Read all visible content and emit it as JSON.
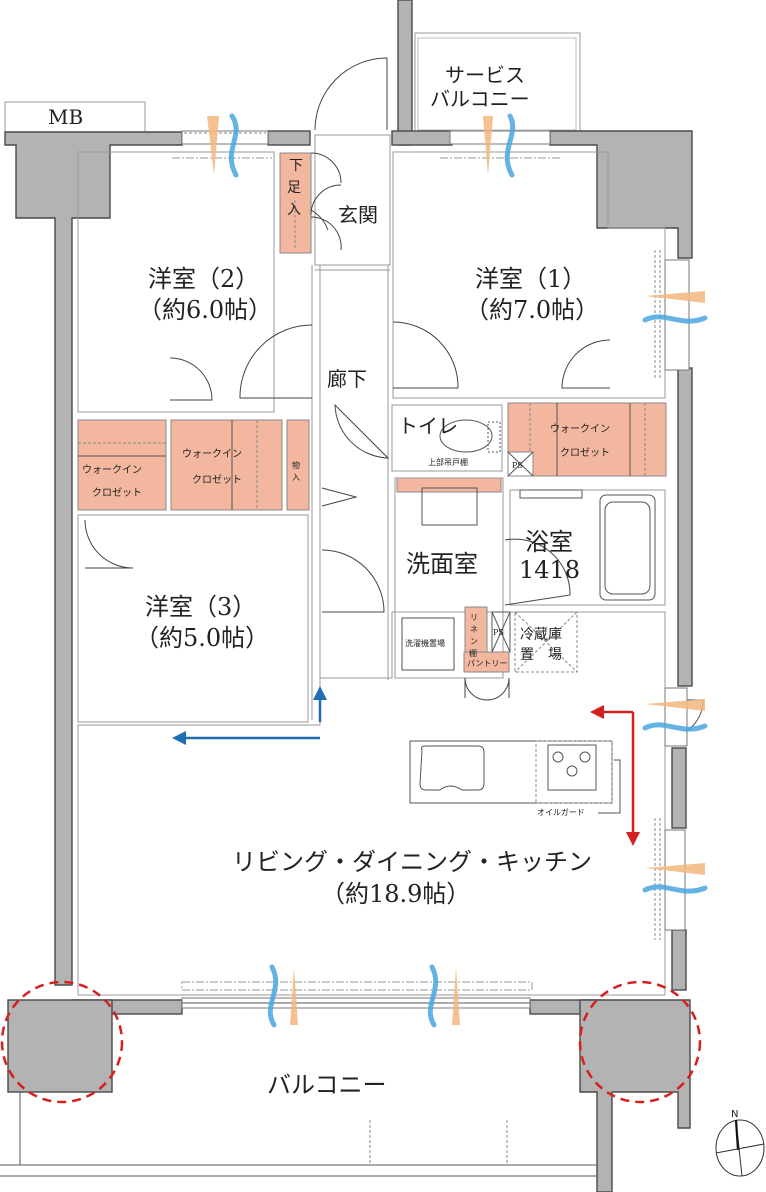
{
  "floorplan": {
    "rooms": [
      {
        "id": "western-room-1",
        "name": "洋室（1）",
        "area": "（約7.0帖）"
      },
      {
        "id": "western-room-2",
        "name": "洋室（2）",
        "area": "（約6.0帖）"
      },
      {
        "id": "western-room-3",
        "name": "洋室（3）",
        "area": "（約5.0帖）"
      },
      {
        "id": "ldk",
        "name": "リビング・ダイニング・キッチン",
        "area": "（約18.9帖）"
      }
    ],
    "labels": {
      "mb": "MB",
      "service_balcony_line1": "サービス",
      "service_balcony_line2": "バルコニー",
      "entrance": "玄関",
      "shoe_storage": "下足入",
      "corridor": "廊下",
      "toilet": "トイレ",
      "upper_cabinet": "上部吊戸棚",
      "ps": "PS",
      "wic_line1": "ウォークイン",
      "wic_line2": "クロゼット",
      "storage": "物入",
      "washroom": "洗面室",
      "bathroom": "浴室",
      "bath_size": "1418",
      "washer_space": "洗濯機置場",
      "linen_shelf": "リネン棚",
      "pantry": "パントリー",
      "fridge_line1": "冷蔵庫",
      "fridge_line2": "置　場",
      "oil_guard": "オイルガード",
      "balcony": "バルコニー",
      "north": "N"
    },
    "colors": {
      "wall": "#b3b3b3",
      "storage": "#f2b79e",
      "sunlight": "#f2b77e",
      "wind": "#4aa6df",
      "red_arrow": "#d62020",
      "blue_arrow": "#1f6db3"
    }
  }
}
